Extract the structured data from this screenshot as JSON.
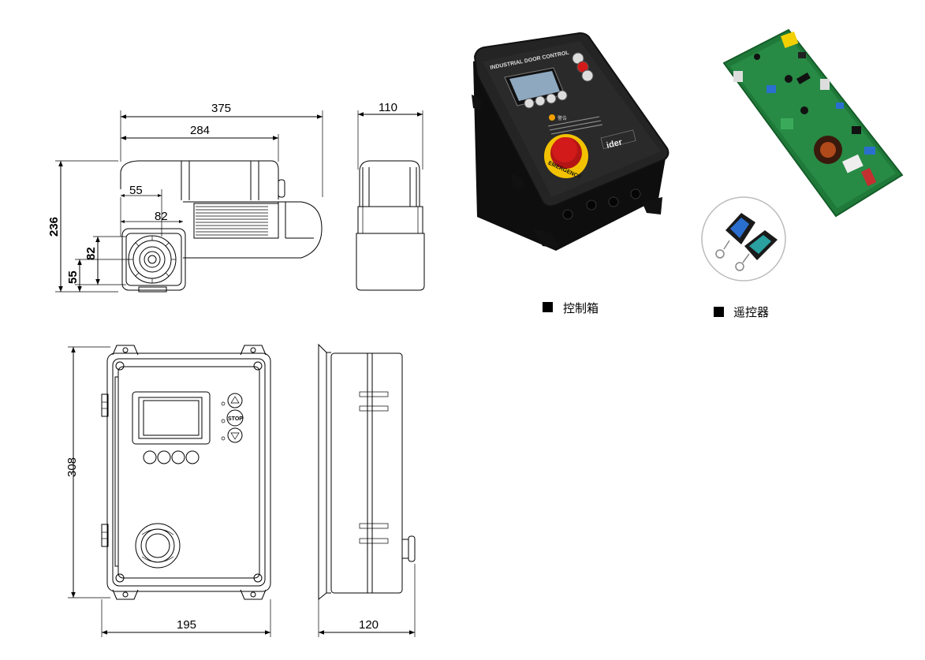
{
  "motor_view": {
    "dim_375": "375",
    "dim_284": "284",
    "dim_55_top": "55",
    "dim_82_top": "82",
    "dim_236": "236",
    "dim_82_left": "82",
    "dim_55_left": "55"
  },
  "side_view": {
    "dim_110": "110"
  },
  "box_front": {
    "dim_308": "308",
    "dim_195": "195"
  },
  "box_side": {
    "dim_120": "120"
  },
  "control_box_photo": {
    "panel_title": "INDUSTRIAL DOOR CONTROL",
    "warning_label": "警告",
    "brand": "ider",
    "emergency_label": "EMERGENCY"
  },
  "captions": {
    "control_box": "控制箱",
    "remote": "遥控器"
  },
  "colors": {
    "line": "#000000",
    "enclosure": "#1c1c1c",
    "pcb": "#1f7a3a",
    "estop": "#d21a1a",
    "estop_ring": "#f2c200"
  }
}
